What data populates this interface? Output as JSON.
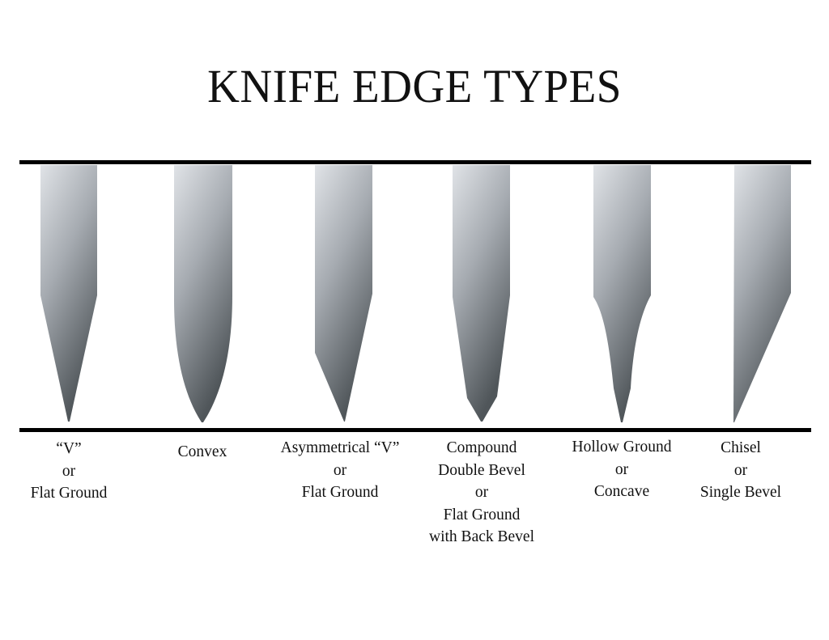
{
  "title": "KNIFE EDGE TYPES",
  "colors": {
    "rule": "#000000",
    "blade_light": "#dde0e4",
    "blade_mid": "#9aa0a6",
    "blade_dark": "#545a5e",
    "text": "#111111"
  },
  "edge_types": [
    {
      "name": "v-flat-ground",
      "lines": [
        "“V”",
        "or",
        "Flat Ground"
      ]
    },
    {
      "name": "convex",
      "lines": [
        "Convex"
      ]
    },
    {
      "name": "asymmetrical-v",
      "lines": [
        "Asymmetrical “V”",
        "or",
        "Flat Ground"
      ]
    },
    {
      "name": "compound-double-bevel",
      "lines": [
        "Compound",
        "Double Bevel",
        "or",
        "Flat Ground",
        "with Back Bevel"
      ]
    },
    {
      "name": "hollow-ground",
      "lines": [
        "Hollow Ground",
        "or",
        "Concave"
      ]
    },
    {
      "name": "chisel",
      "lines": [
        "Chisel",
        "or",
        "Single Bevel"
      ]
    }
  ]
}
